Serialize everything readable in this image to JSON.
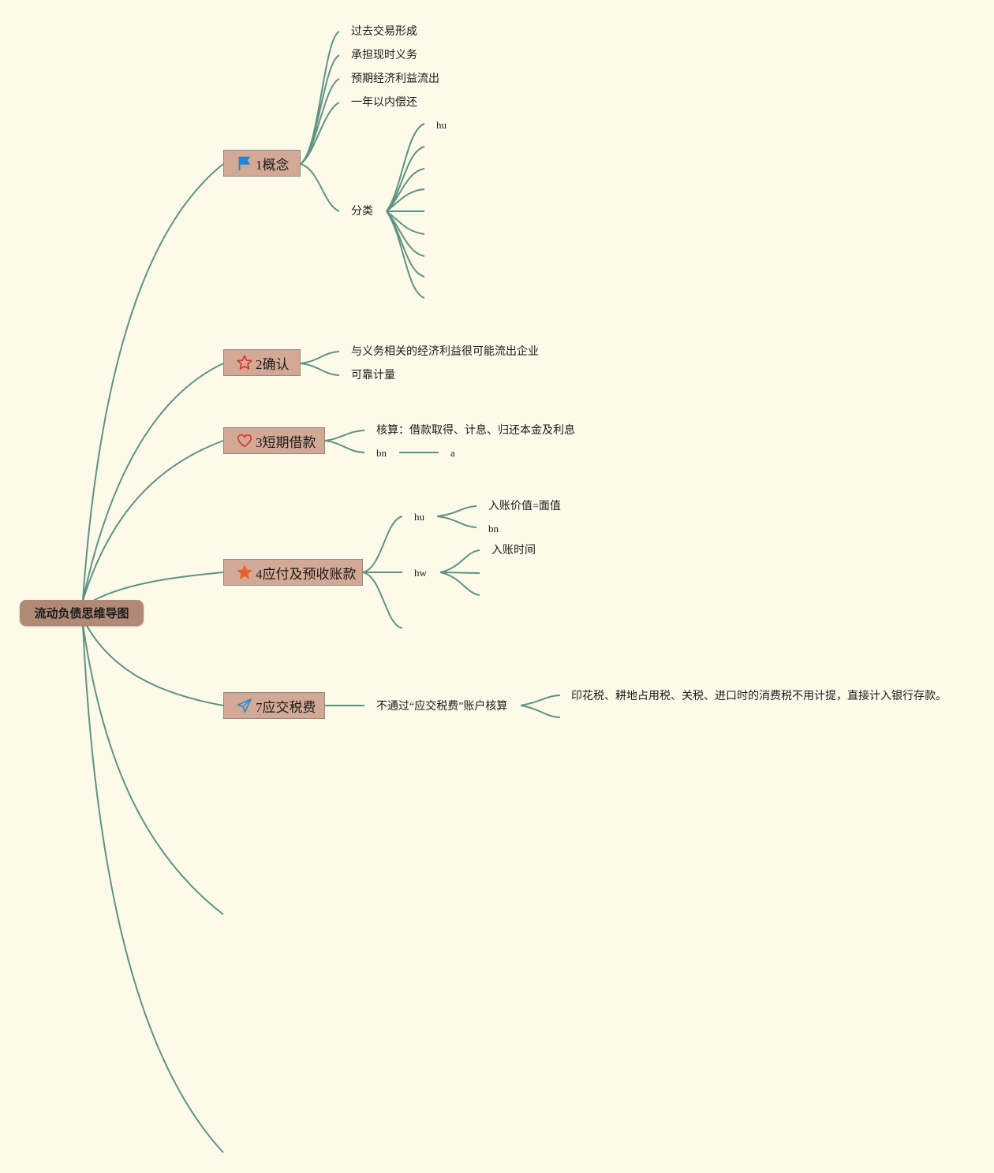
{
  "root": {
    "label": "流动负债思维导图"
  },
  "branches": [
    {
      "label": "1概念",
      "icon": "flag-icon",
      "children": [
        "过去交易形成",
        "承担现时义务",
        "预期经济利益流出",
        "一年以内偿还",
        {
          "label": "分类",
          "children": [
            "hu"
          ]
        }
      ]
    },
    {
      "label": "2确认",
      "icon": "star-outline-icon",
      "children": [
        "与义务相关的经济利益很可能流出企业",
        "可靠计量"
      ]
    },
    {
      "label": "3短期借款",
      "icon": "heart-icon",
      "children": [
        "核算：借款取得、计息、归还本金及利息",
        {
          "label": "bn",
          "children": [
            "a"
          ]
        }
      ]
    },
    {
      "label": "4应付及预收账款",
      "icon": "star-filled-icon",
      "children": [
        {
          "label": "hu",
          "children": [
            "入账价值=面值",
            "bn"
          ]
        },
        {
          "label": "hw",
          "children": [
            "入账时间"
          ]
        }
      ]
    },
    {
      "label": "7应交税费",
      "icon": "send-icon",
      "children": [
        {
          "label": "不通过“应交税费”账户核算",
          "children": [
            "印花税、耕地占用税、关税、进口时的消费税不用计提，直接计入银行存款。"
          ]
        }
      ]
    }
  ],
  "colors": {
    "background": "#fdfae9",
    "edge": "#5f9384",
    "root_fill": "#b08a76",
    "branch_fill": "#d3a995",
    "flag_icon": "#1e88d6",
    "star_outline_icon": "#d8342a",
    "heart_icon": "#d8342a",
    "star_filled_icon": "#e8612c",
    "send_icon": "#2a8bd2"
  }
}
